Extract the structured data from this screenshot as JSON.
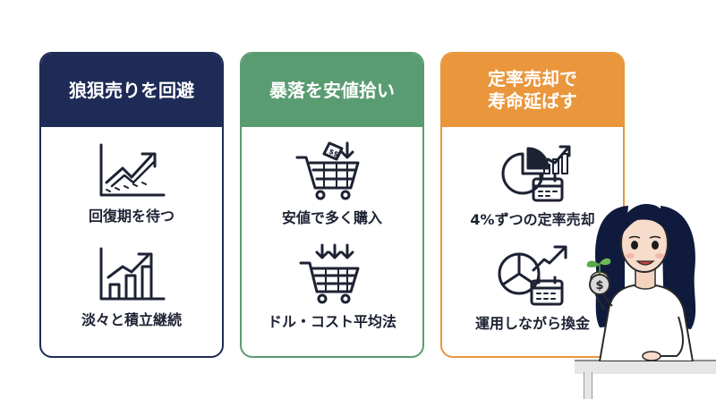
{
  "cards": [
    {
      "header_lines": [
        "狼狽売りを回避"
      ],
      "items": [
        {
          "label": "回復期を待つ",
          "icon": "rising-trend-chart-icon"
        },
        {
          "label": "淡々と積立継続",
          "icon": "bar-chart-growth-icon"
        }
      ],
      "color": "#1e2b56"
    },
    {
      "header_lines": [
        "暴落を安値拾い"
      ],
      "items": [
        {
          "label": "安値で多く購入",
          "icon": "cart-price-down-icon",
          "tag_text": "$$"
        },
        {
          "label": "ドル・コスト平均法",
          "icon": "cart-arrows-down-icon"
        }
      ],
      "color": "#5a9c72"
    },
    {
      "header_lines": [
        "定率売却で",
        "寿命延ばす"
      ],
      "items": [
        {
          "label": "4%ずつの定率売却",
          "icon": "pie-chart-calendar-icon"
        },
        {
          "label": "運用しながら換金",
          "icon": "pie-growth-calendar-icon"
        }
      ],
      "color": "#e9963c"
    }
  ],
  "person": {
    "coin_text": "$",
    "icon": "woman-holding-coin-sprout-icon"
  }
}
